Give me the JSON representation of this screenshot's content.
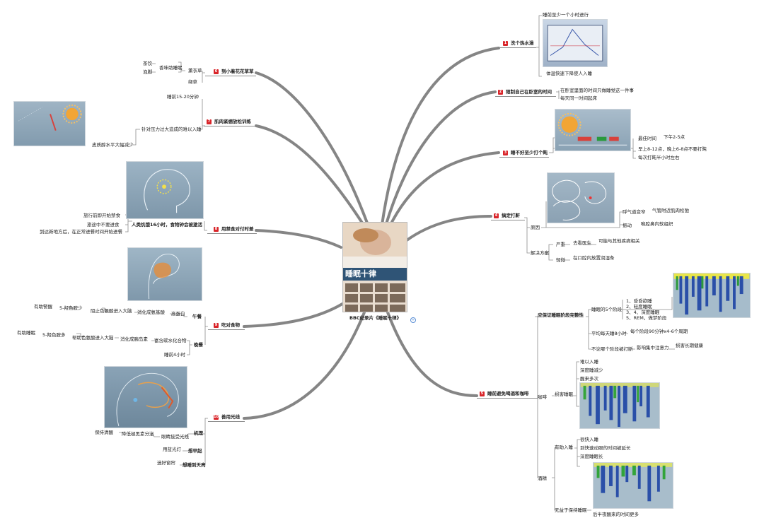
{
  "center": {
    "title": "BBC纪录片《睡眠十律》",
    "cover_text": "睡眠十律"
  },
  "colors": {
    "badge": "#d9252a",
    "branch": "#7b7b7b",
    "image_bg": "#8ea6b8"
  },
  "topics": [
    {
      "num": "1",
      "label": "洗个热水澡"
    },
    {
      "num": "2",
      "label": "限制自己在卧室的时间"
    },
    {
      "num": "3",
      "label": "睡不好至少打个盹"
    },
    {
      "num": "4",
      "label": "搞定打鼾"
    },
    {
      "num": "5",
      "label": "睡前避免喝酒和咖啡"
    },
    {
      "num": "6",
      "label": "到小着花花草草"
    },
    {
      "num": "7",
      "label": "肌肉紧绷放松训练"
    },
    {
      "num": "8",
      "label": "用禁食对付时差"
    },
    {
      "num": "9",
      "label": "吃对食物"
    },
    {
      "num": "10",
      "label": "善用光线"
    }
  ],
  "bath": {
    "top": "睡前至少一个小时进行",
    "caption": "体温快速下降使人入睡"
  },
  "bedroom": {
    "line1": "在卧室里面的时间只做睡觉这一件事",
    "line2": "每天同一时间起床"
  },
  "nap": {
    "best": "最佳时间",
    "time": "下午2-5点",
    "morning": "早上8-12点，晚上6-8点不要打盹",
    "each": "每次打盹半小时左右"
  },
  "snore": {
    "cause": "原因",
    "relax": "呼气道变窄",
    "relax_detail": "气管附近肌肉松弛",
    "vibrate": "振动",
    "vibrate_detail": "喉腔鼻内软组织",
    "solution": "解决方案",
    "severe": "严重",
    "doctor": "去看医生",
    "doctor_detail": "可能与其他疾病相关",
    "light": "轻微",
    "light_detail": "在口腔内放置润湿条"
  },
  "alcohol": {
    "complete": "应保证睡眠阶段完整性",
    "stages_label": "睡眠的5个阶段",
    "stages": [
      "1、昏昏欲睡",
      "2、轻度睡眠",
      "3、4、深度睡眠",
      "5、REM，做梦阶段"
    ],
    "avg": "平均每天睡8小时",
    "avg_detail": "每个阶段90分钟x4-6个周期",
    "interrupt": "不论哪个阶段被打断",
    "focus": "影响集中注意力",
    "health": "损害长期健康",
    "coffee": "咖啡",
    "coffee_harm": "损害睡眠",
    "coffee_items": [
      "难以入睡",
      "深度睡减少",
      "醒来多次"
    ],
    "wine": "酒精",
    "wine_help": "有助入睡",
    "wine_items": [
      "很快入睡",
      "到快速动眼的时间被延长",
      "深度睡眠长"
    ],
    "wine_bad": "无益于保持睡眠",
    "wine_bad_detail": "后半夜醒来的时间更多"
  },
  "flower": {
    "lavender": "薰衣草",
    "aroma": "香味助睡眠",
    "tea": "茶饮",
    "foot": "泡脚",
    "valerian": "缬草"
  },
  "muscle": {
    "time": "睡前15-20分钟",
    "target": "针对压力过大造成的难以入睡",
    "cortisol": "皮质醇水平大幅减少"
  },
  "jetlag": {
    "main": "人类饥饿16小时，食物钟会被激活",
    "items": [
      "旅行前即开始禁食",
      "旅途中不要进食",
      "到达新地方后，在正常进餐时间开始进餐"
    ]
  },
  "food": {
    "lunch": "午餐",
    "protein": "高蛋白",
    "digest": "消化成氨基酸",
    "block": "阻止色氨酸进入大脑",
    "less": "5-羟色胺少",
    "awake": "有助警醒",
    "dinner": "晚餐",
    "carb": "富含碳水化合物",
    "digest2": "消化成胰岛素",
    "help": "帮助色氨酸进入大脑",
    "more": "5-羟色胺多",
    "sleep": "有助睡眠",
    "before": "睡前4小时"
  },
  "light": {
    "mechanism": "机理",
    "eye": "眼睛接受光线",
    "reduce": "降低褪黑素分泌",
    "awake": "保持清醒",
    "early": "想早起",
    "blue": "用蓝光灯",
    "dawn": "想睡到天亮",
    "curtain": "选好窗帘"
  }
}
